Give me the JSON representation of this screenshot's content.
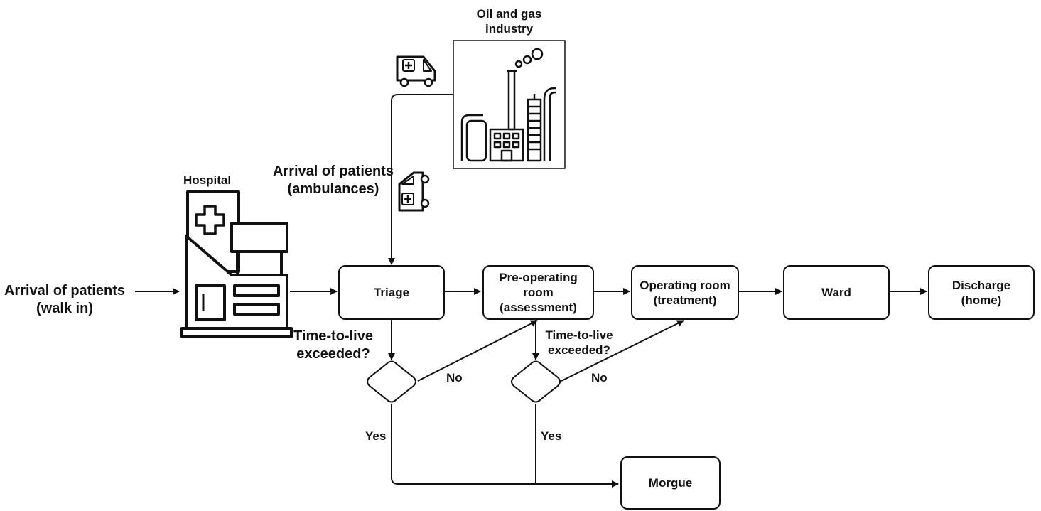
{
  "labels": {
    "oil_gas": "Oil and gas\nindustry",
    "hospital": "Hospital",
    "arrival_ambulances": "Arrival of patients\n(ambulances)",
    "arrival_walkin": "Arrival of patients\n(walk in)",
    "ttl_1": "Time-to-live\nexceeded?",
    "ttl_2": "Time-to-live\nexceeded?",
    "no_1": "No",
    "no_2": "No",
    "yes_1": "Yes",
    "yes_2": "Yes"
  },
  "nodes": {
    "triage": "Triage",
    "pre_op": "Pre-operating\nroom\n(assessment)",
    "operating": "Operating room\n(treatment)",
    "ward": "Ward",
    "discharge": "Discharge\n(home)",
    "morgue": "Morgue"
  },
  "icons": [
    "ambulance-icon",
    "factory-icon",
    "hospital-icon",
    "ambulance-vertical-icon"
  ],
  "colors": {
    "stroke": "#111111",
    "background": "#ffffff"
  }
}
